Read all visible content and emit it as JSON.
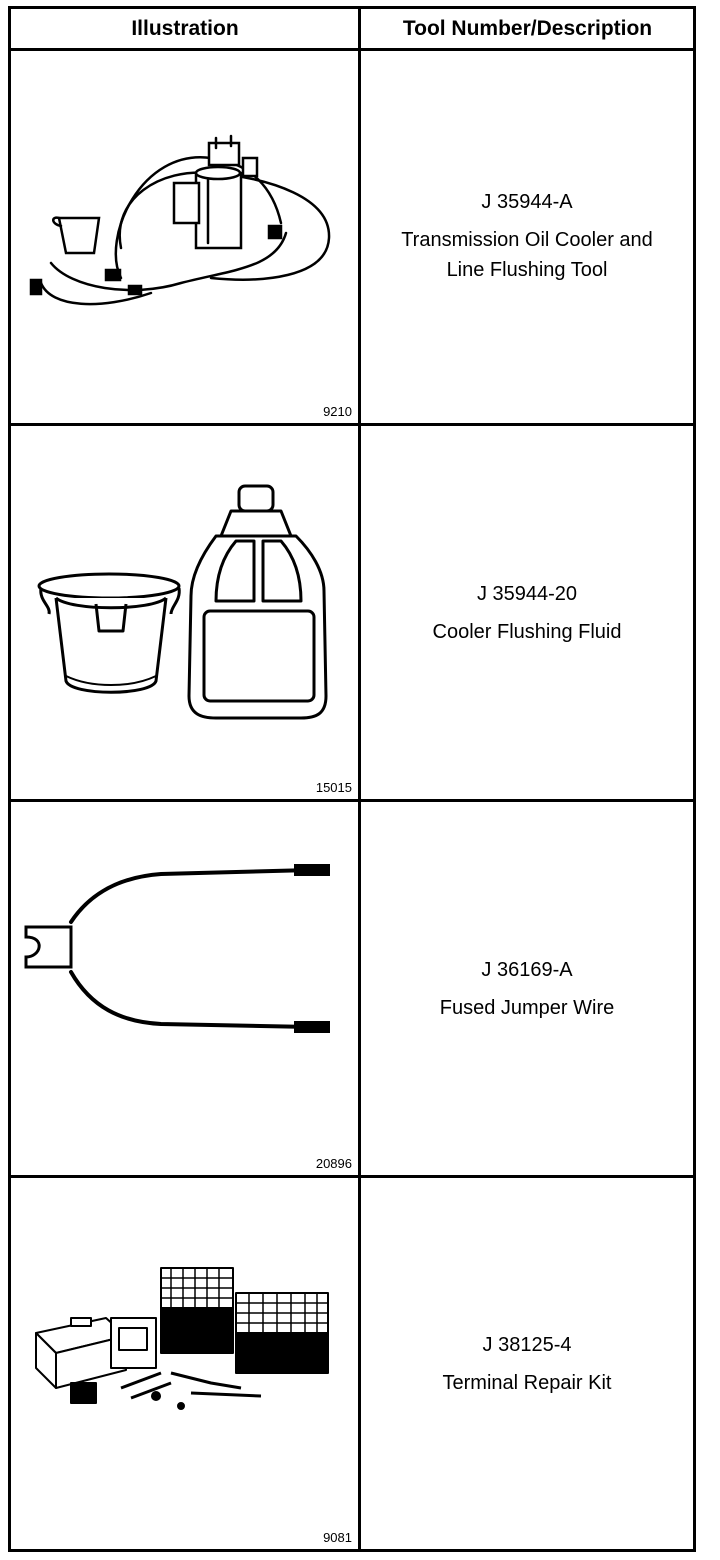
{
  "header": {
    "illustration": "Illustration",
    "tool": "Tool Number/Description"
  },
  "rows": [
    {
      "number": "J 35944-A",
      "description_lines": [
        "Transmission Oil Cooler and",
        "Line Flushing Tool"
      ],
      "figure": "9210",
      "icon": "flushing-tool-illustration"
    },
    {
      "number": "J 35944-20",
      "description_lines": [
        "Cooler Flushing Fluid"
      ],
      "figure": "15015",
      "icon": "bucket-and-jug-illustration"
    },
    {
      "number": "J 36169-A",
      "description_lines": [
        "Fused Jumper Wire"
      ],
      "figure": "20896",
      "icon": "jumper-wire-illustration"
    },
    {
      "number": "J 38125-4",
      "description_lines": [
        "Terminal Repair Kit"
      ],
      "figure": "9081",
      "icon": "repair-kit-illustration"
    }
  ]
}
